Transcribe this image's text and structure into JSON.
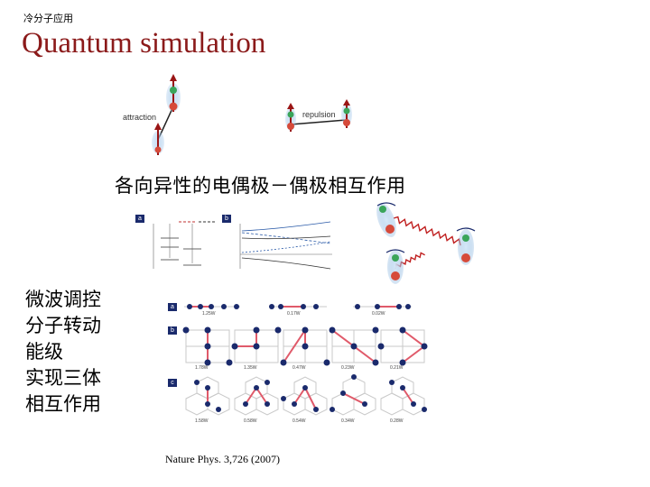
{
  "header": {
    "section": "冷分子应用"
  },
  "title": "Quantum simulation",
  "top_figure": {
    "attraction_label": "attraction",
    "repulsion_label": "repulsion"
  },
  "caption": "各向异性的电偶极－偶极相互作用",
  "side_text": [
    "微波调控",
    "分子转动",
    "能级",
    "实现三体",
    "相互作用"
  ],
  "lattice_figure": {
    "panel_labels": [
      "a",
      "b",
      "c"
    ],
    "row_a_energies": [
      "1.25W",
      "0.17W",
      "0.02W"
    ],
    "row_b_energies": [
      "1.78W",
      "1.35W",
      "0.47W",
      "0.23W",
      "0.21W"
    ],
    "row_c_energies": [
      "1.58W",
      "0.58W",
      "0.54W",
      "0.34W",
      "0.28W"
    ]
  },
  "level_figure": {
    "panel_labels": [
      "a",
      "b"
    ]
  },
  "citation": "Nature Phys. 3,726 (2007)",
  "colors": {
    "title": "#8b1a1a",
    "site": "#1a2a6c",
    "bond": "#e05a6a",
    "molecule_glow": "#9ec4e8"
  }
}
